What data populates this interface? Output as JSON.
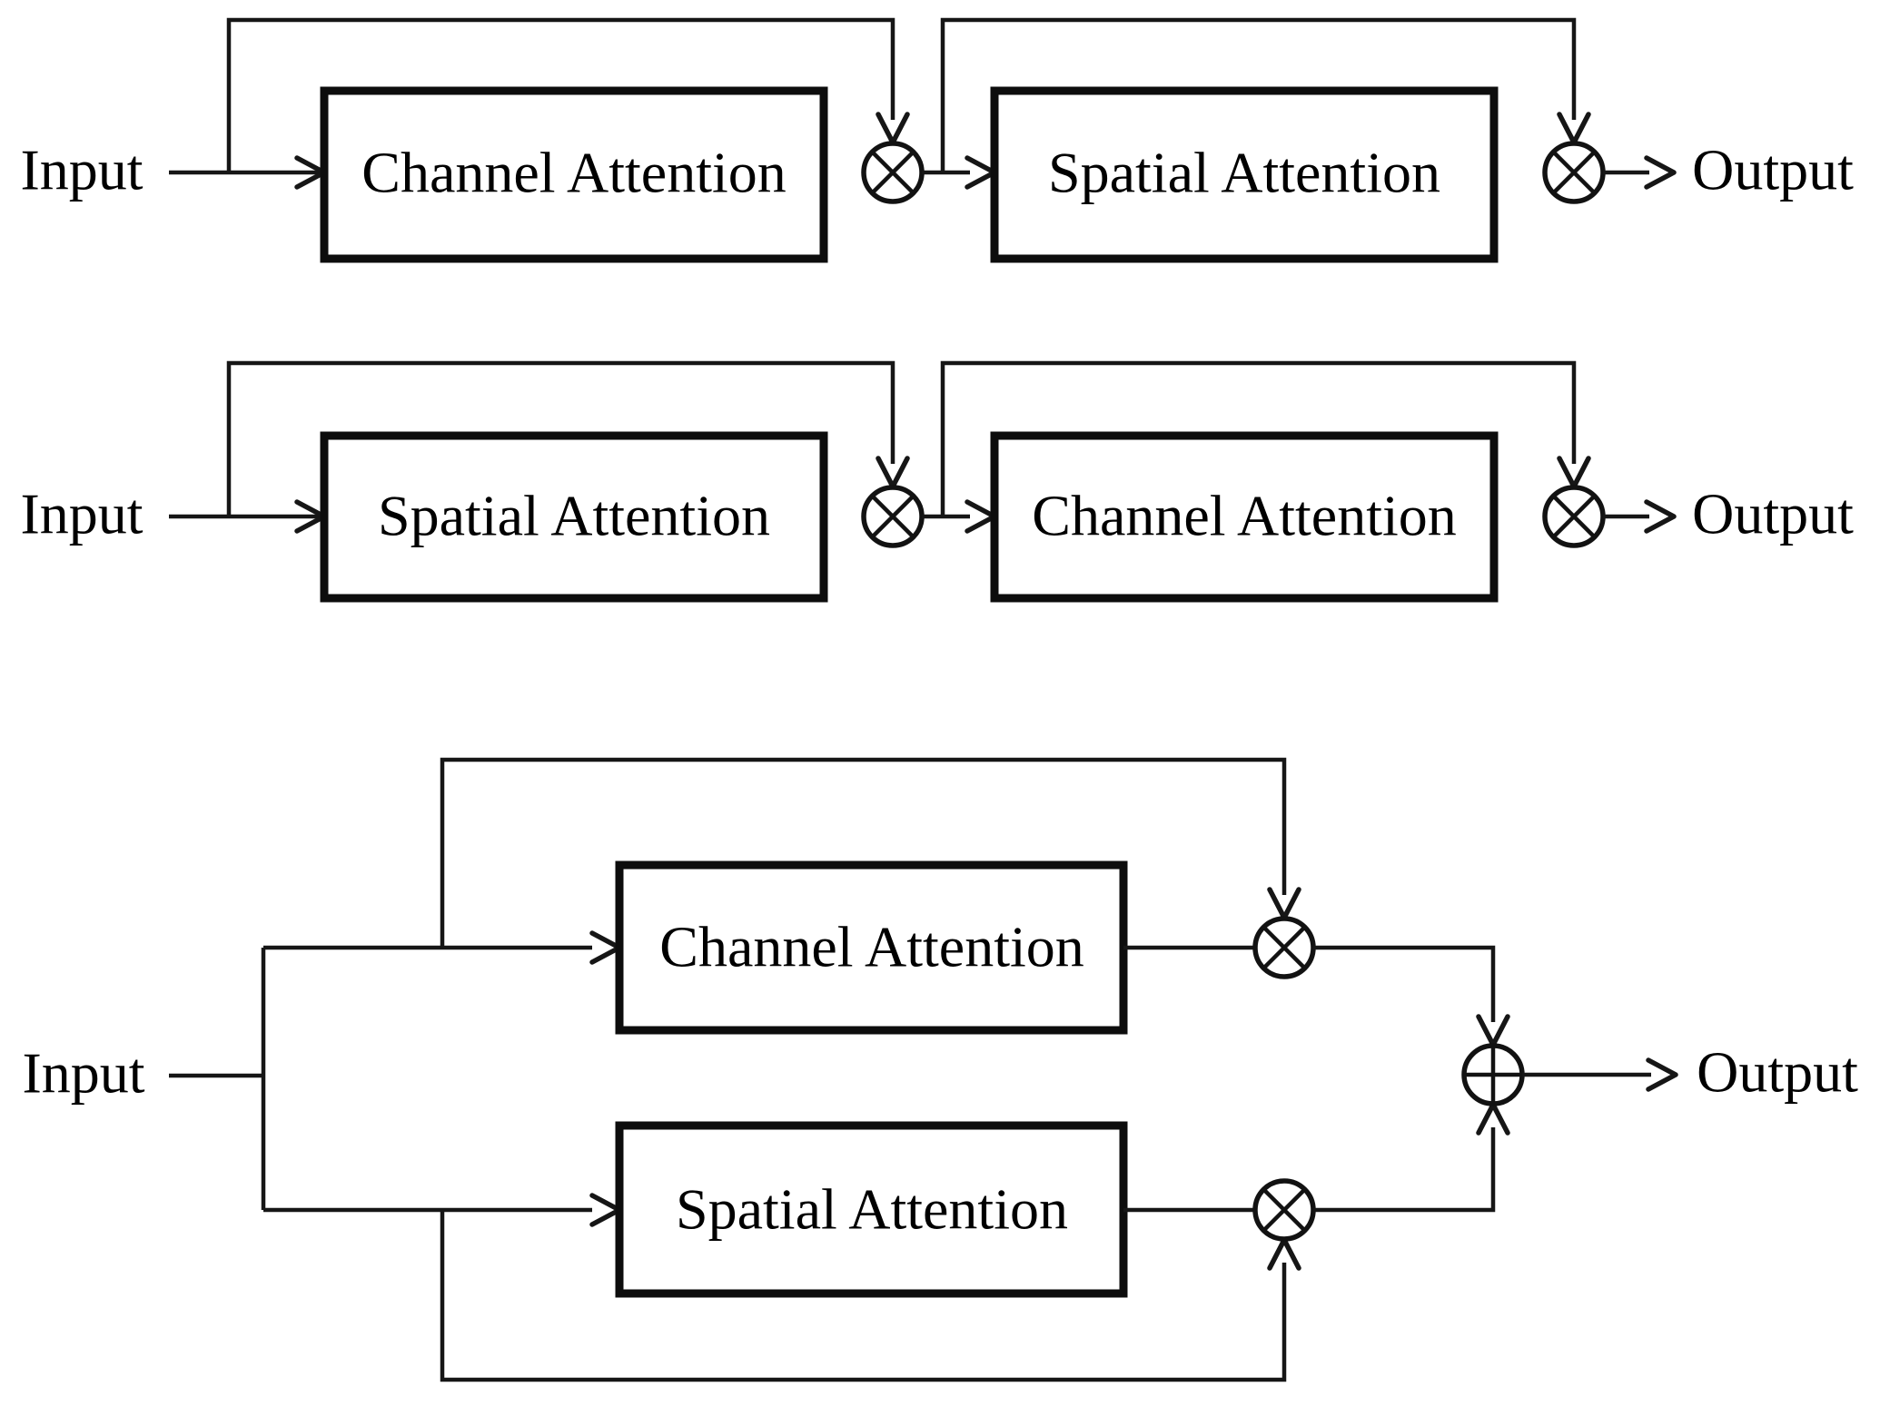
{
  "figure": {
    "background": "#ffffff",
    "line_color": "#161616",
    "text_color": "#000000",
    "icons": {
      "multiply": "⊗",
      "add": "⊕"
    },
    "rows": [
      {
        "input": "Input",
        "output": "Output",
        "blocks": [
          "Channel Attention",
          "Spatial Attention"
        ]
      },
      {
        "input": "Input",
        "output": "Output",
        "blocks": [
          "Spatial Attention",
          "Channel Attention"
        ]
      },
      {
        "input": "Input",
        "output": "Output",
        "blocks": [
          "Channel Attention",
          "Spatial Attention"
        ]
      }
    ]
  }
}
